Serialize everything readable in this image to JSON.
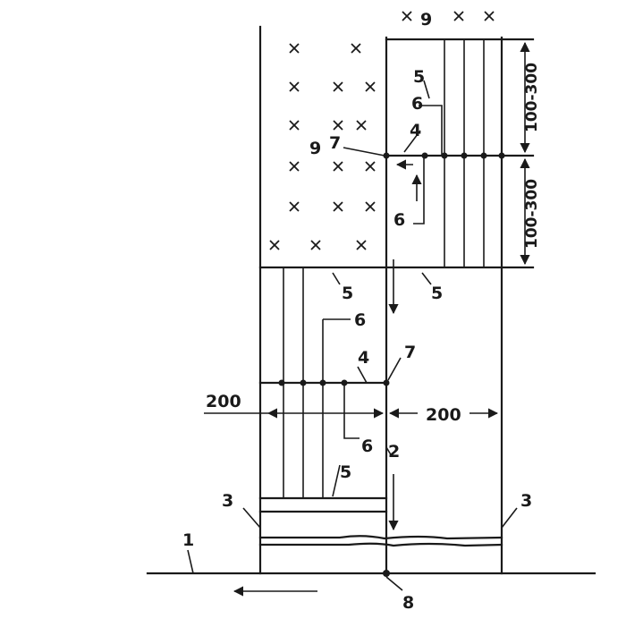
{
  "labels": {
    "n1": "1",
    "n2": "2",
    "n3": "3",
    "n4": "4",
    "n5": "5",
    "n6": "6",
    "n7": "7",
    "n8": "8",
    "n9": "9"
  },
  "dimensions": {
    "width": "200",
    "spacing": "100-300"
  }
}
